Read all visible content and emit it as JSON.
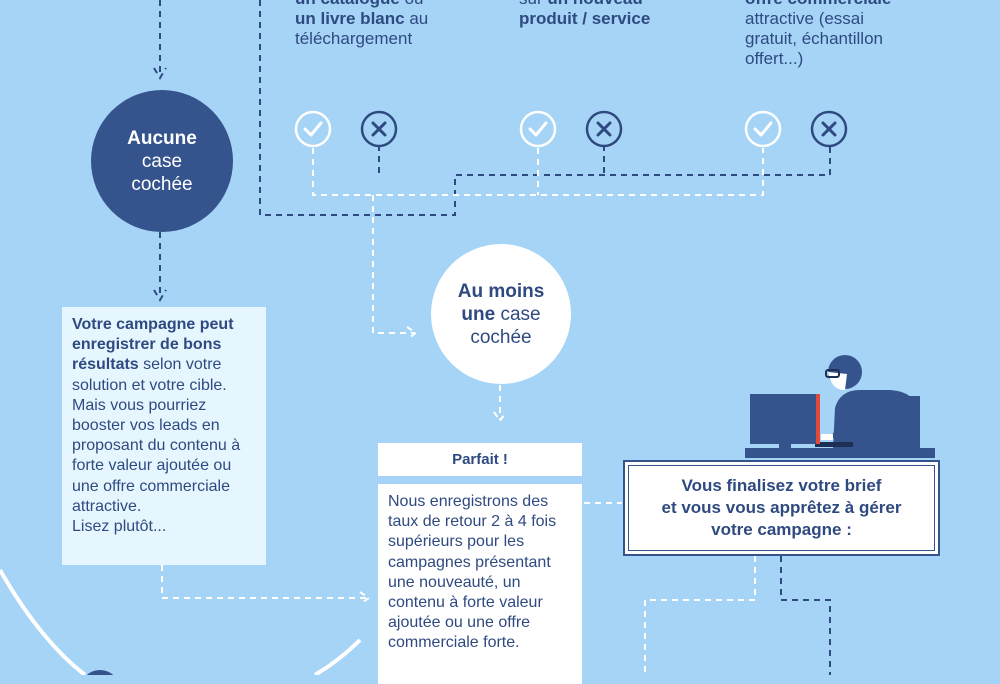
{
  "options": [
    {
      "line1_prefix": "",
      "line1_bold": "un catalogue",
      "line1_suffix": " ou",
      "line2_bold": "un livre blanc",
      "line2_suffix": " au",
      "line3": "téléchargement"
    },
    {
      "line1_prefix": "sur ",
      "line1_bold": "un nouveau",
      "line2_bold": "produit / service"
    },
    {
      "line1_bold": "offre commerciale",
      "line2": "attractive (essai",
      "line3": "gratuit, échantillon",
      "line4": "offert...)"
    }
  ],
  "none_circle": {
    "line1": "Aucune",
    "line2": "case",
    "line3": "cochée"
  },
  "one_circle": {
    "line1": "Au moins",
    "line2_bold": "une",
    "line2_rest": " case",
    "line3": "cochée"
  },
  "advice_box": {
    "bold": "Votre campagne peut enregistrer de bons résultats",
    "text": " selon votre solution et votre cible. Mais vous pourriez booster vos leads en proposant du contenu à forte valeur ajoutée ou une offre commerciale attractive.",
    "link": "Lisez plutôt..."
  },
  "perfect_box": {
    "title": "Parfait !",
    "text": "Nous enregistrons des taux de retour 2 à 4 fois supérieurs pour les campagnes présentant une nouveauté, un contenu à forte valeur ajoutée ou une offre commerciale forte."
  },
  "brief_box": {
    "line1": "Vous finalisez votre brief",
    "line2": "et vous vous apprêtez à gérer",
    "line3": "votre campagne :"
  },
  "colors": {
    "background": "#a5d4f7",
    "dark": "#35538c",
    "light_box": "#e6f6ff",
    "white": "#ffffff",
    "accent_red": "#e24a3b"
  },
  "icons": [
    "check-icon",
    "cross-icon",
    "person-at-computer-illustration"
  ]
}
